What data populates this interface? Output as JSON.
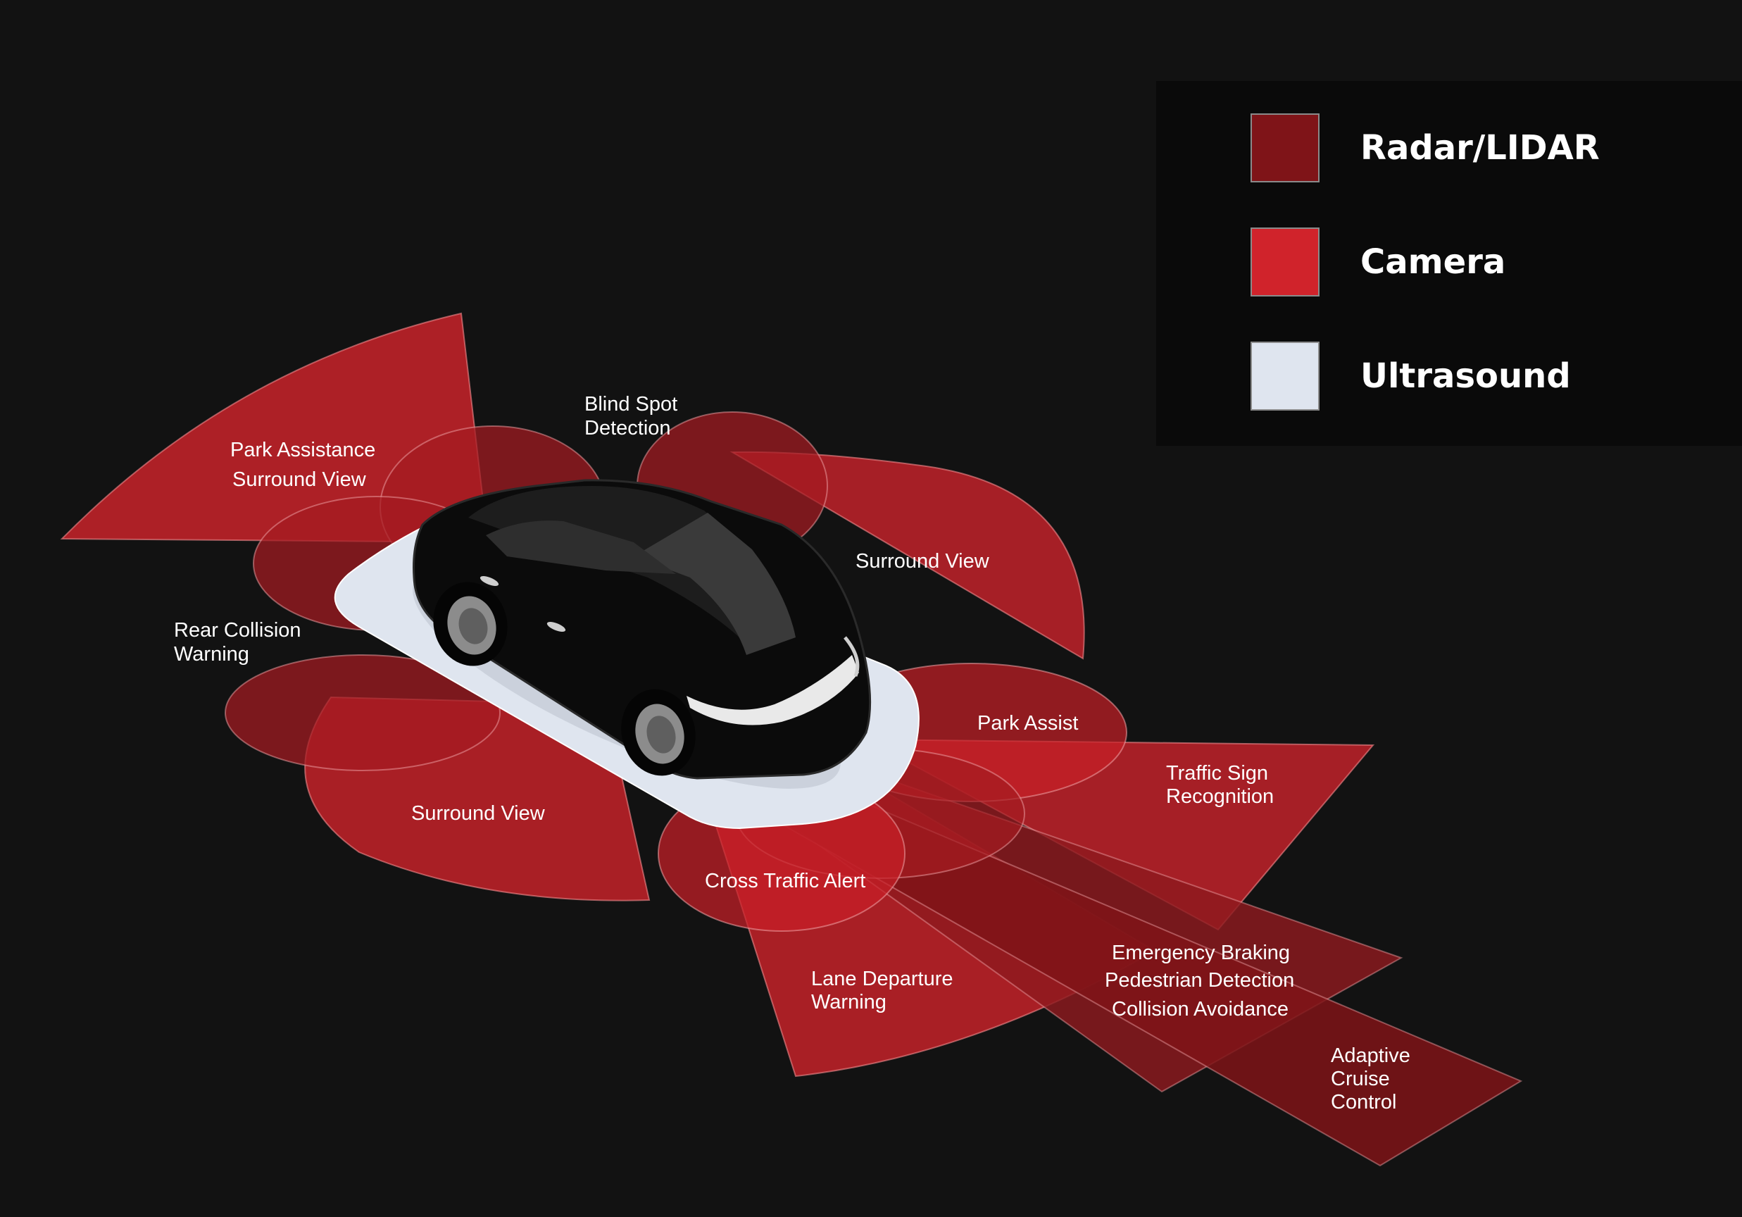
{
  "colors": {
    "background": "#121212",
    "radar_lidar": "#7f1418",
    "camera": "#d0232b",
    "ultrasound": "#dfe5ef",
    "car_body": "#0b0b0b"
  },
  "legend": [
    {
      "label": "Radar/LIDAR",
      "color": "#7f1418"
    },
    {
      "label": "Camera",
      "color": "#d0232b"
    },
    {
      "label": "Ultrasound",
      "color": "#dfe5ef"
    }
  ],
  "zones": {
    "park_assistance_surround_view": {
      "line1": "Park Assistance",
      "line2": "Surround View"
    },
    "blind_spot_detection": {
      "line1": "Blind Spot",
      "line2": "Detection"
    },
    "surround_view_right": {
      "line1": "Surround View"
    },
    "rear_collision_warning": {
      "line1": "Rear Collision",
      "line2": "Warning"
    },
    "park_assist": {
      "line1": "Park Assist"
    },
    "traffic_sign_recognition": {
      "line1": "Traffic Sign",
      "line2": "Recognition"
    },
    "surround_view_left": {
      "line1": "Surround View"
    },
    "cross_traffic_alert": {
      "line1": "Cross Traffic Alert"
    },
    "emergency_braking": {
      "line1": "Emergency Braking",
      "line2": "Pedestrian Detection",
      "line3": "Collision Avoidance"
    },
    "lane_departure_warning": {
      "line1": "Lane Departure",
      "line2": "Warning"
    },
    "adaptive_cruise_control": {
      "line1": "Adaptive",
      "line2": "Cruise",
      "line3": "Control"
    }
  }
}
